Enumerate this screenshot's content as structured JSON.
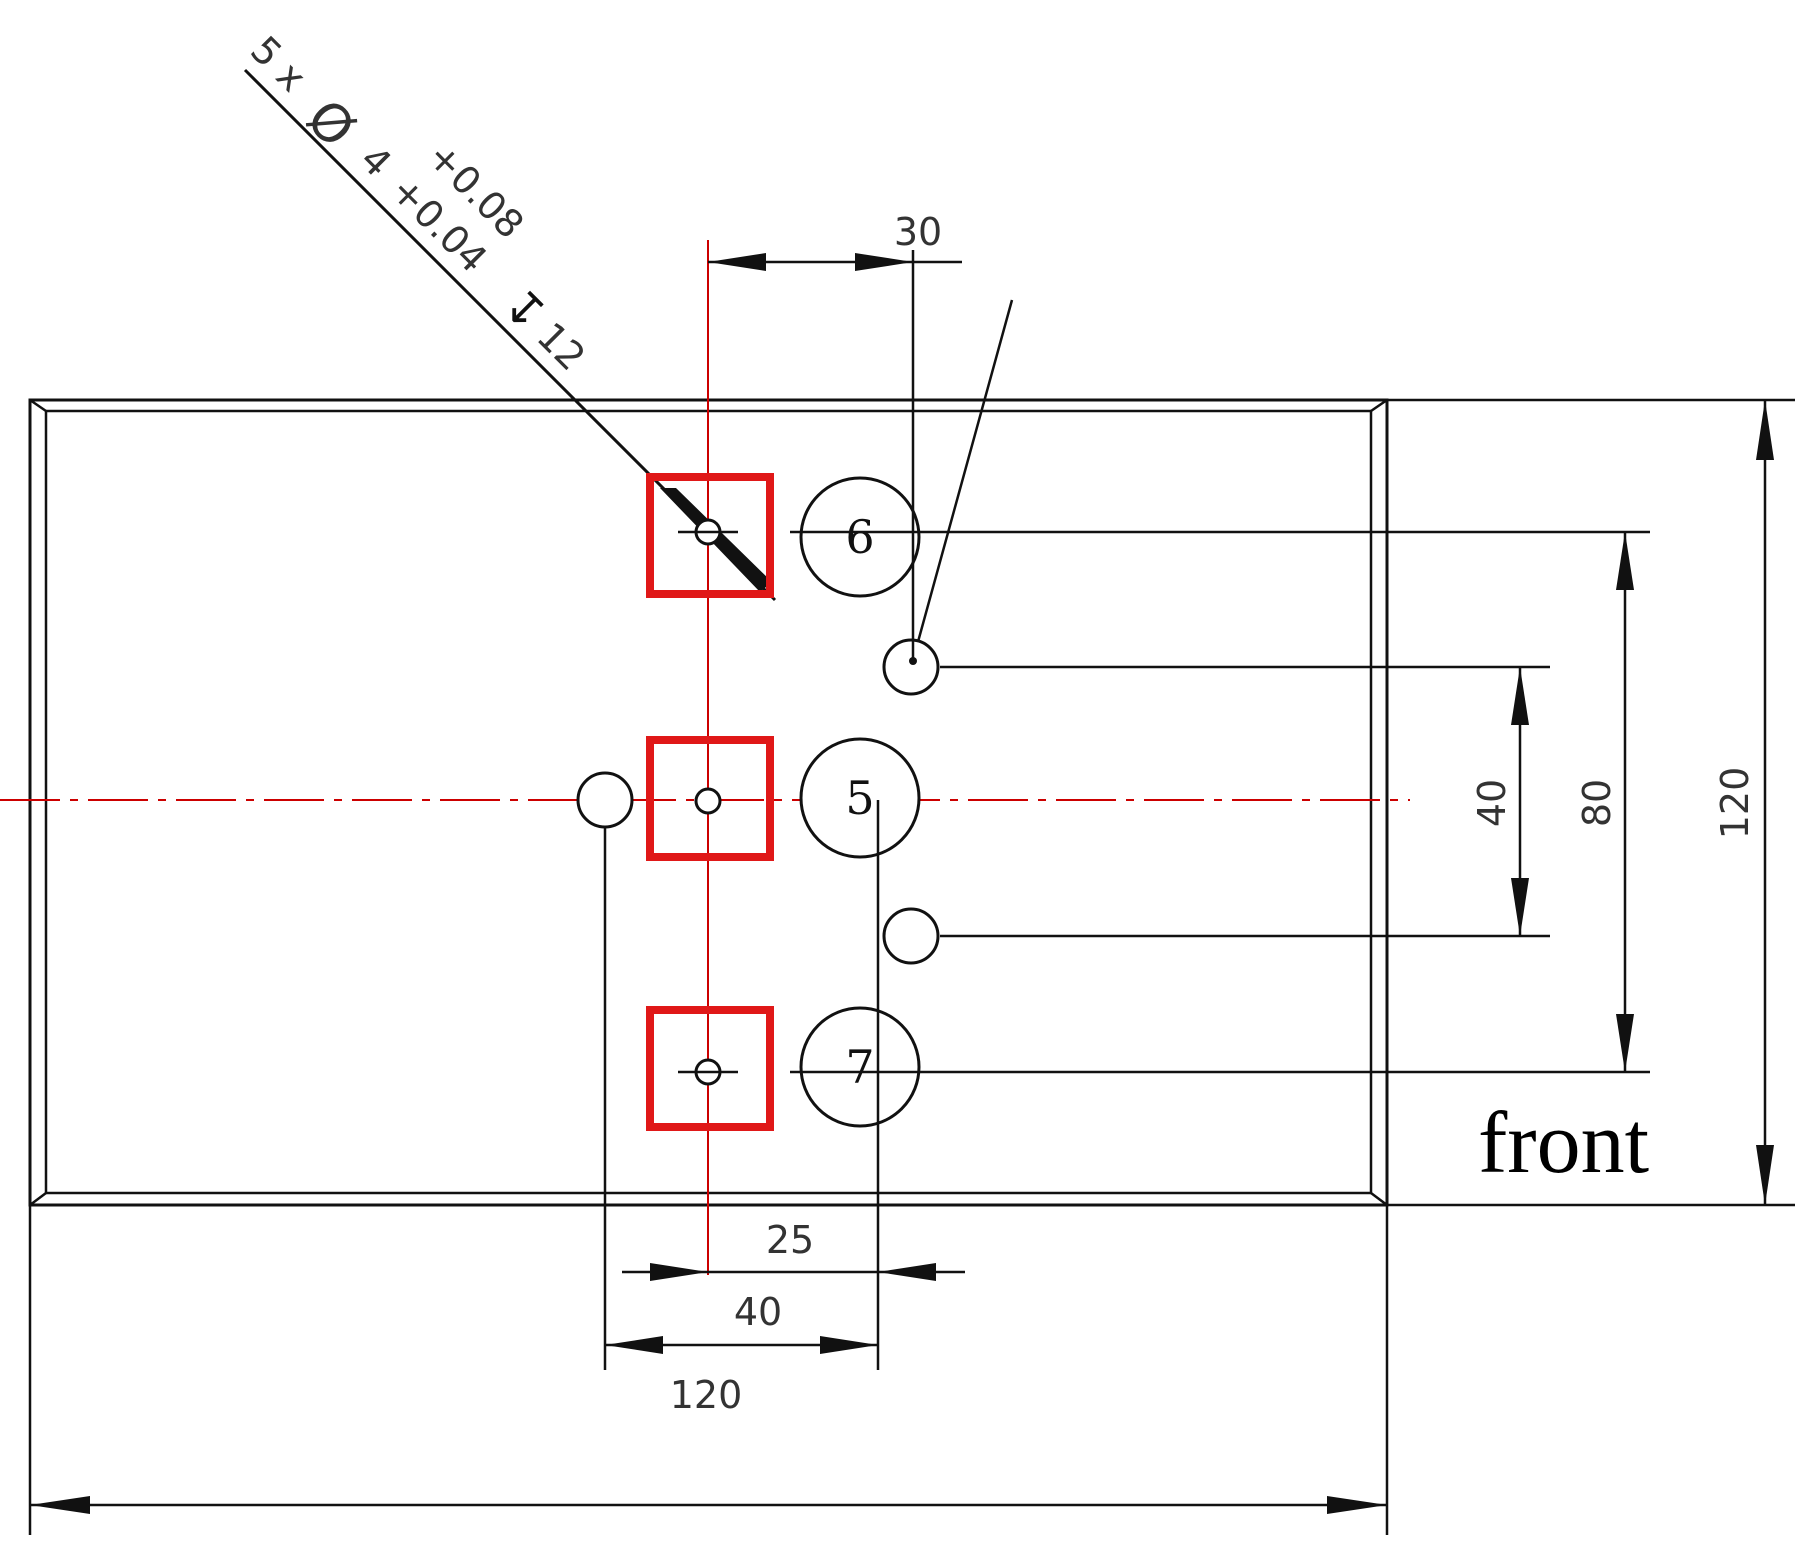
{
  "callout": {
    "count": "5 x",
    "diameter_symbol": "Ø",
    "nominal": "4",
    "upper_tol": "+0.08",
    "lower_tol": "+0.04",
    "depth_symbol": "↧",
    "depth": "12"
  },
  "dimensions": {
    "top_30": "30",
    "right_40": "40",
    "right_80": "80",
    "right_120": "120",
    "bottom_25": "25",
    "bottom_40": "40",
    "bottom_120": "120"
  },
  "balloons": [
    "6",
    "5",
    "7"
  ],
  "view_label": "front",
  "colors": {
    "highlight": "#e01818",
    "centerline": "#cc0000",
    "line": "#111111"
  }
}
